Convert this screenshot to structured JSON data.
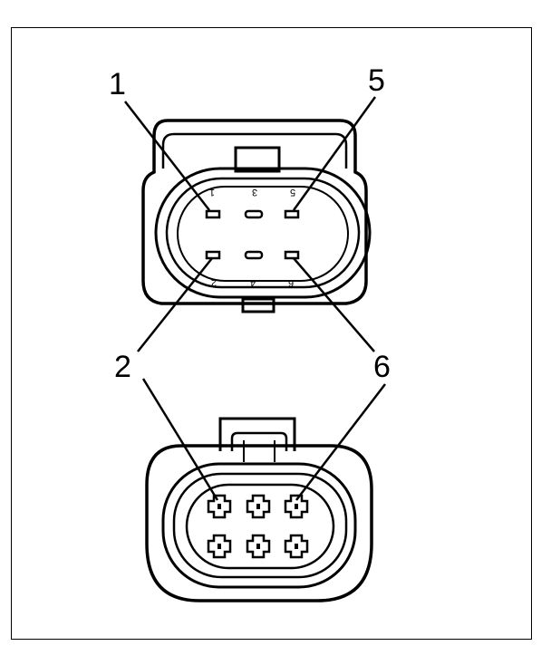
{
  "diagram": {
    "callouts": [
      "1",
      "5",
      "2",
      "6"
    ],
    "pin_numbers": [
      "1",
      "3",
      "5",
      "2",
      "4",
      "6"
    ]
  }
}
